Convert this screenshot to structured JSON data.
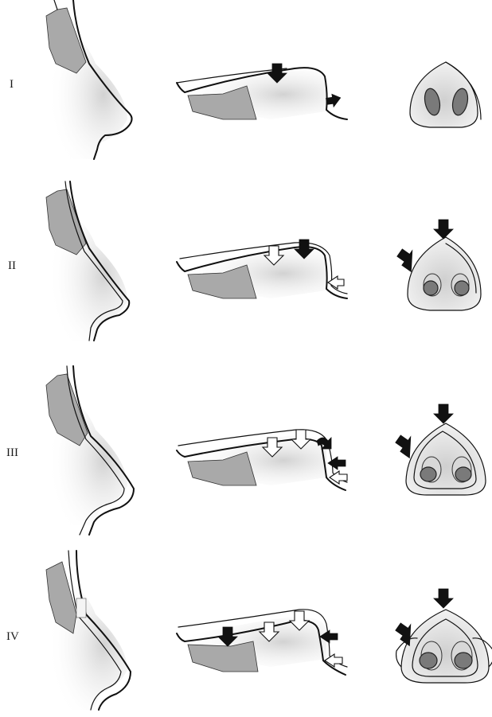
{
  "figure": {
    "grades": [
      {
        "label": "I"
      },
      {
        "label": "II"
      },
      {
        "label": "III"
      },
      {
        "label": "IV"
      }
    ]
  },
  "colors": {
    "ink": "#111111",
    "bone": "#a9a9a9",
    "nostril": "#7a7a7a",
    "shade": "#d9d9d9"
  }
}
